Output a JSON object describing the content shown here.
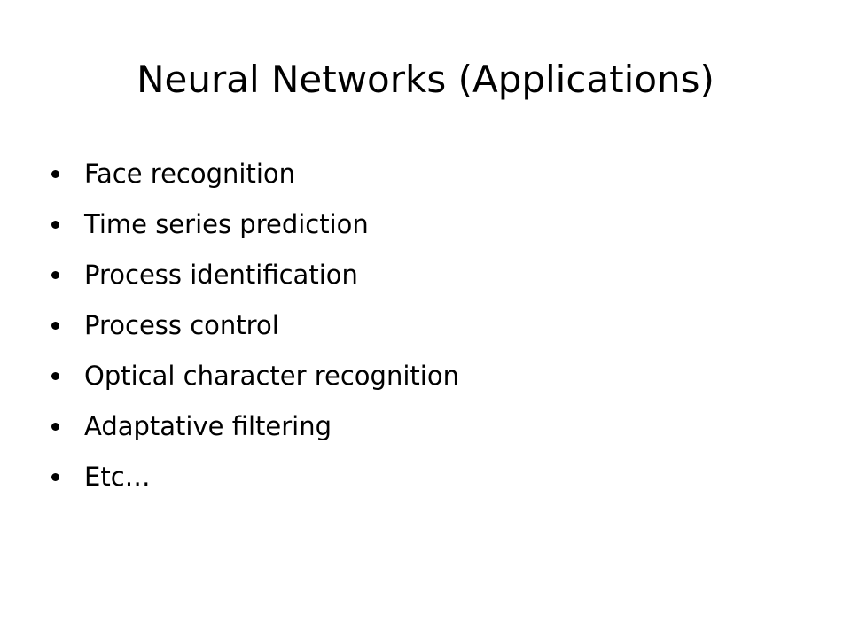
{
  "slide": {
    "title": "Neural Networks (Applications)",
    "bullets": [
      "Face recognition",
      "Time series prediction",
      "Process identification",
      "Process control",
      "Optical character recognition",
      "Adaptative filtering",
      "Etc…"
    ]
  }
}
